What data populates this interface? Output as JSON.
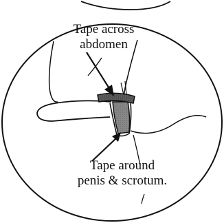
{
  "labels": {
    "top": [
      "Tape across",
      "abdomen"
    ],
    "bottom": [
      "Tape around",
      "penis & scrotum."
    ]
  },
  "colors": {
    "ink": "#111111",
    "tape_top": "#555555",
    "tape_band": "#8a8a8a",
    "background": "#ffffff"
  }
}
